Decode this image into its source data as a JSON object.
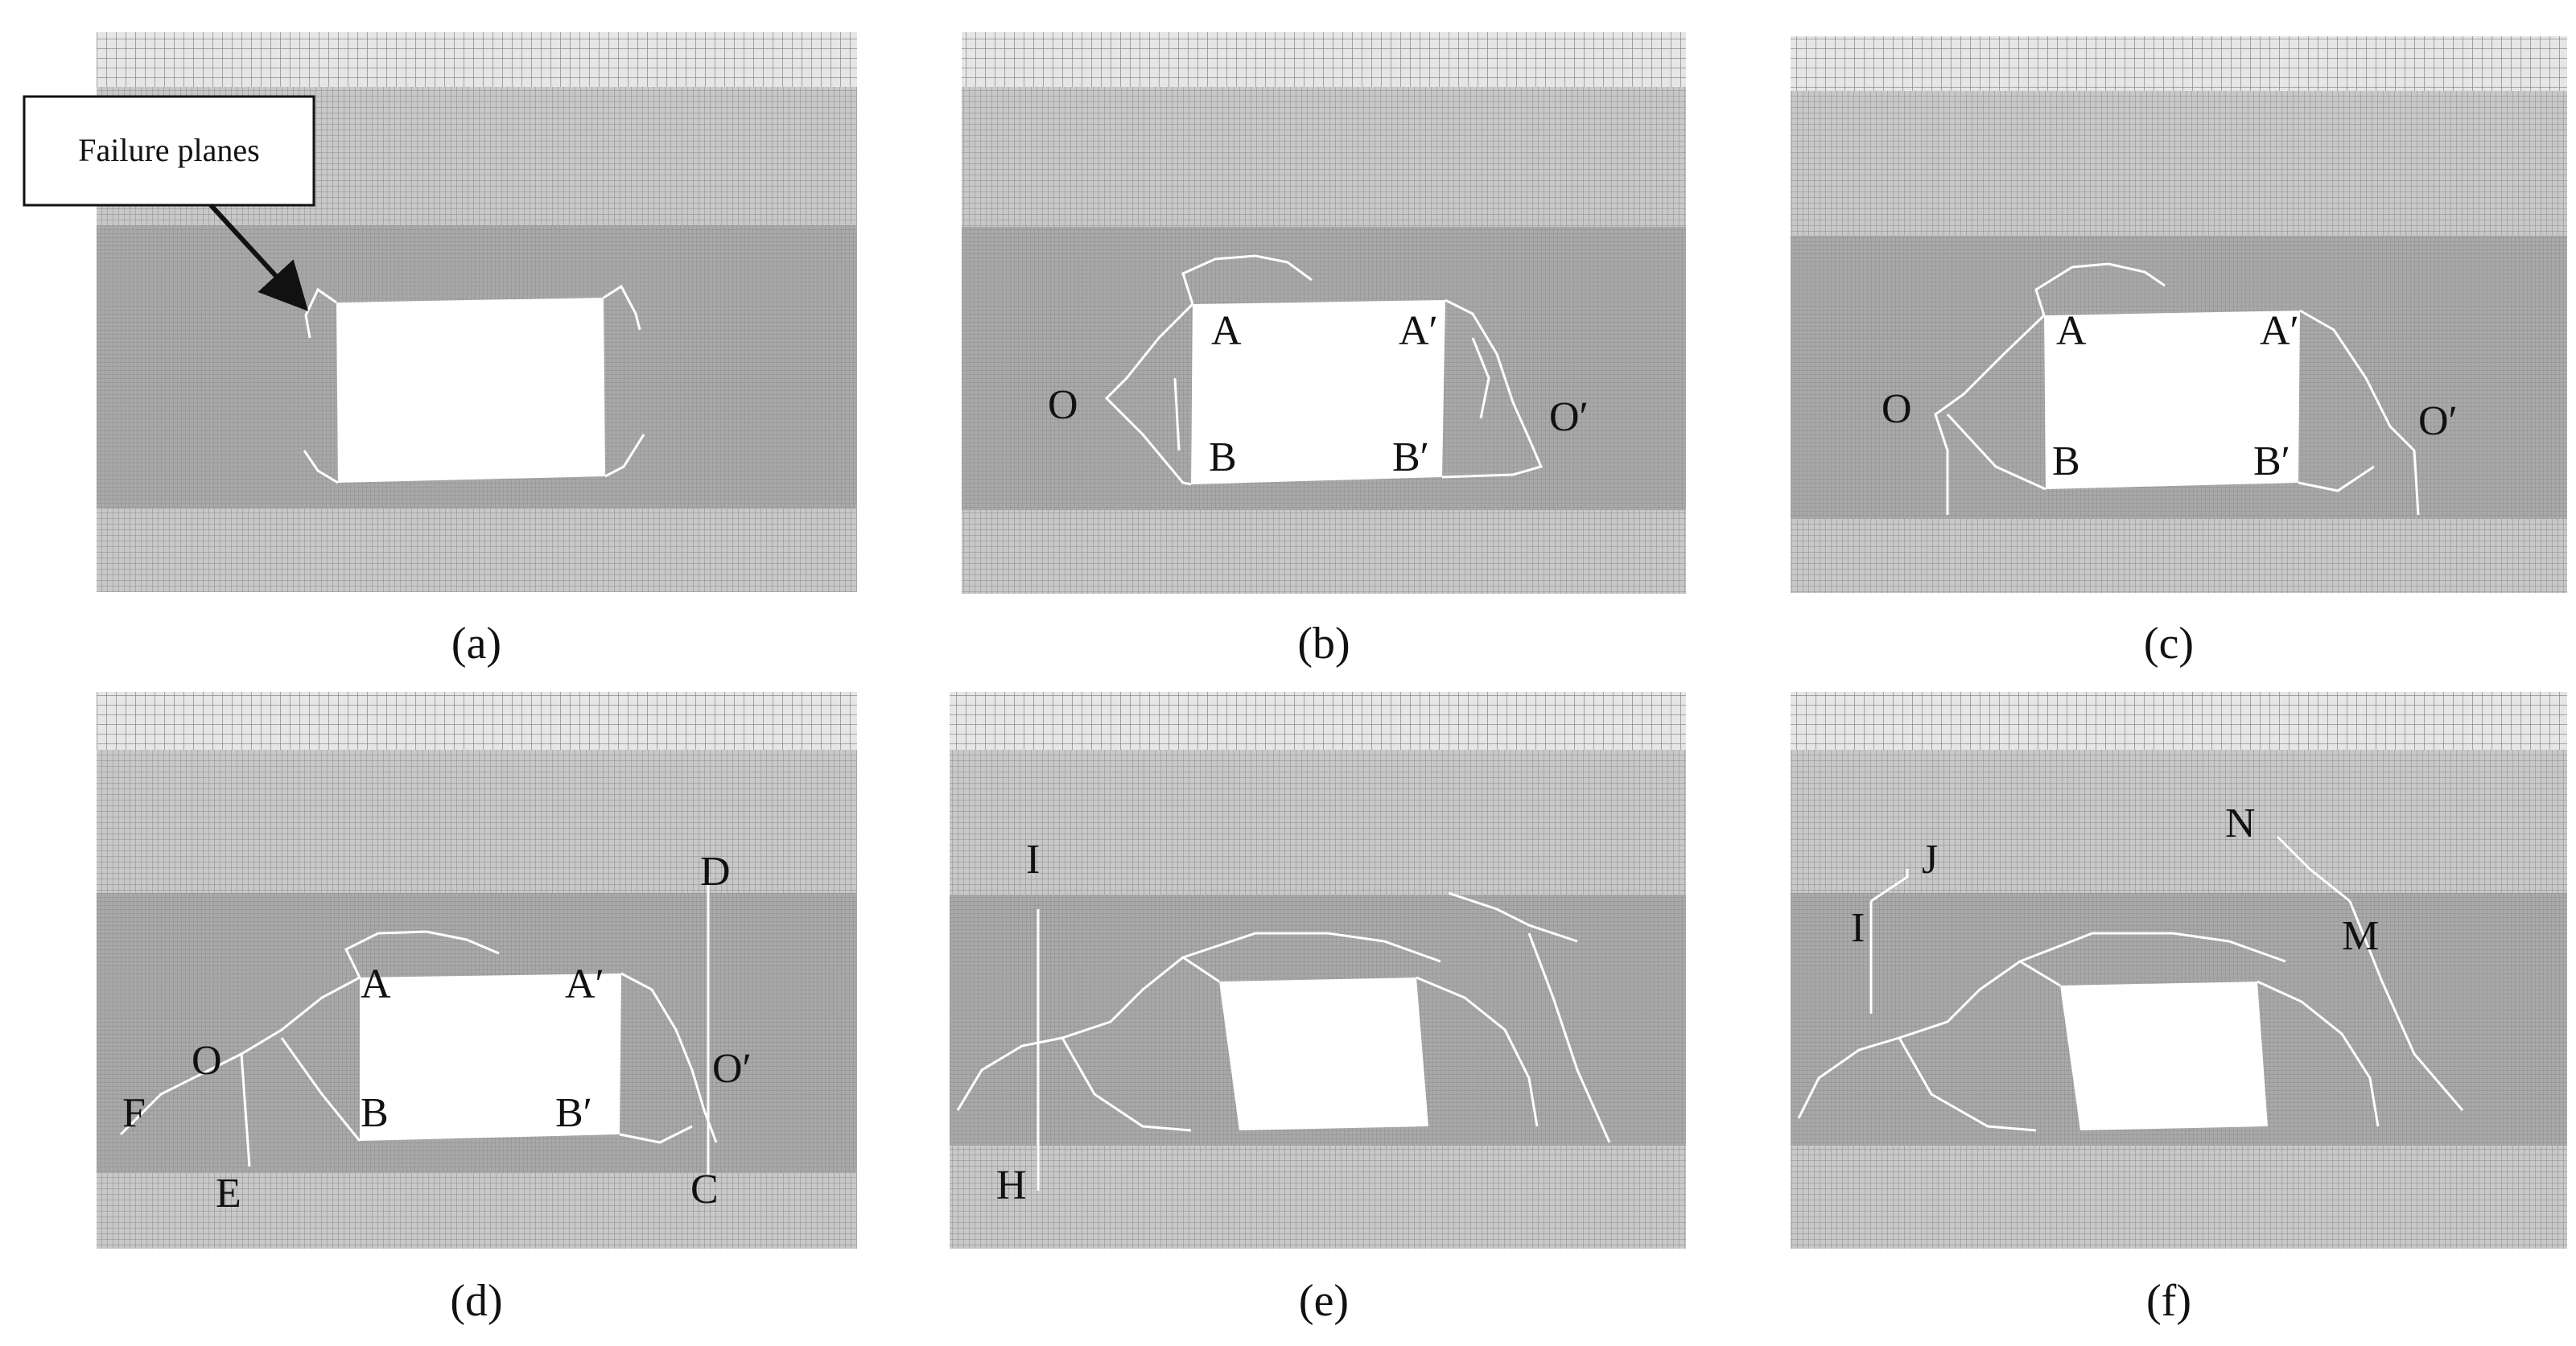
{
  "callout": {
    "text": "Failure planes"
  },
  "panels": [
    {
      "caption": "(a)",
      "labels": []
    },
    {
      "caption": "(b)",
      "labels": [
        "A",
        "A′",
        "O",
        "O′",
        "B",
        "B′"
      ]
    },
    {
      "caption": "(c)",
      "labels": [
        "A",
        "A′",
        "O",
        "O′",
        "B",
        "B′"
      ]
    },
    {
      "caption": "(d)",
      "labels": [
        "D",
        "A",
        "A′",
        "O",
        "O′",
        "F",
        "B",
        "B′",
        "E",
        "C"
      ]
    },
    {
      "caption": "(e)",
      "labels": [
        "I",
        "H"
      ]
    },
    {
      "caption": "(f)",
      "labels": [
        "J",
        "N",
        "I",
        "M"
      ]
    }
  ],
  "colors": {
    "coarse_layer": "#e3e3e3",
    "mid_layer": "#bdbdbd",
    "weak_layer": "#9a9a9a",
    "grid_line": "#7a7a7a",
    "opening": "#ffffff",
    "crack": "#ffffff",
    "ink": "#111111"
  }
}
